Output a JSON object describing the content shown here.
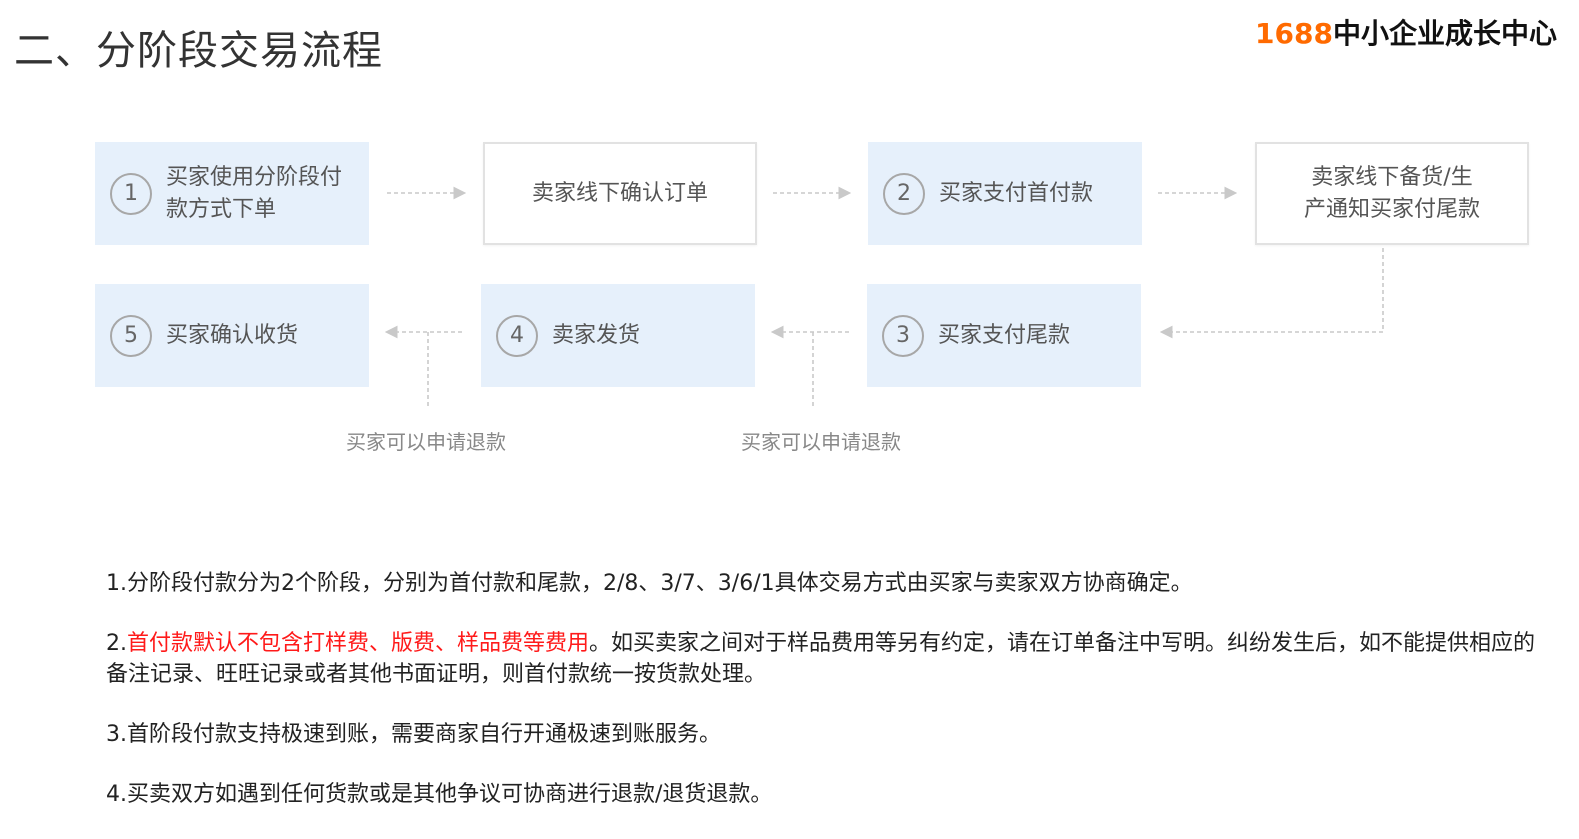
{
  "page": {
    "title": "二、分阶段交易流程",
    "brand_number": "1688",
    "brand_text": "中小企业成长中心"
  },
  "flow": {
    "step1": {
      "number": "1",
      "label": "买家使用分阶段付款方式下单"
    },
    "seller_confirm": {
      "label": "卖家线下确认订单"
    },
    "step2": {
      "number": "2",
      "label": "买家支付首付款"
    },
    "seller_prepare": {
      "label": "卖家线下备货/生产通知买家付尾款"
    },
    "step3": {
      "number": "3",
      "label": "买家支付尾款"
    },
    "step4": {
      "number": "4",
      "label": "卖家发货"
    },
    "step5": {
      "number": "5",
      "label": "买家确认收货"
    },
    "refund_label_left": "买家可以申请退款",
    "refund_label_right": "买家可以申请退款"
  },
  "notes": {
    "note1": "1.分阶段付款分为2个阶段，分别为首付款和尾款，2/8、3/7、3/6/1具体交易方式由买家与卖家双方协商确定。",
    "note2_prefix": "2.",
    "note2_highlight": "首付款默认不包含打样费、版费、样品费等费用",
    "note2_rest": "。如买卖家之间对于样品费用等另有约定，请在订单备注中写明。纠纷发生后，如不能提供相应的备注记录、旺旺记录或者其他书面证明，则首付款统一按货款处理。",
    "note3": "3.首阶段付款支持极速到账，需要商家自行开通极速到账服务。",
    "note4": "4.买卖双方如遇到任何货款或是其他争议可协商进行退款/退货退款。"
  },
  "colors": {
    "brand_orange": "#ff6a00",
    "highlight_red": "#ff1a1a",
    "box_blue": "#e6f0fb"
  }
}
